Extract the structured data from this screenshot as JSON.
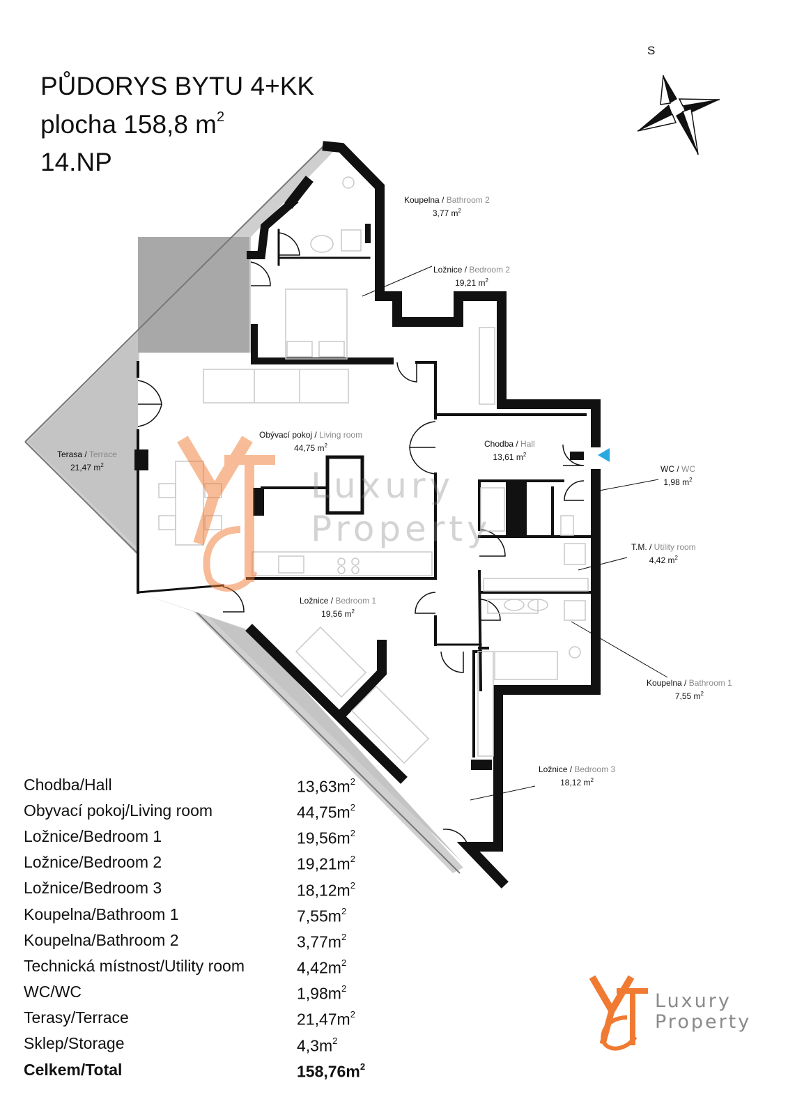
{
  "header": {
    "line1": "PŮDORYS BYTU 4+KK",
    "line2_prefix": "plocha 158,8 m",
    "line2_sup": "2",
    "line3": "14.NP"
  },
  "compass": {
    "label": "S"
  },
  "rooms": {
    "bathroom2": {
      "cz": "Koupelna / ",
      "en": "Bathroom 2",
      "area": "3,77 m",
      "sup": "2"
    },
    "bedroom2": {
      "cz": "Ložnice / ",
      "en": "Bedroom 2",
      "area": "19,21 m",
      "sup": "2"
    },
    "living": {
      "cz": "Obývací pokoj / ",
      "en": "Living room",
      "area": "44,75 m",
      "sup": "2"
    },
    "hall": {
      "cz": "Chodba / ",
      "en": "Hall",
      "area": "13,61 m",
      "sup": "2"
    },
    "terrace": {
      "cz": "Terasa / ",
      "en": "Terrace",
      "area": "21,47 m",
      "sup": "2"
    },
    "wc": {
      "cz": "WC / ",
      "en": "WC",
      "area": "1,98 m",
      "sup": "2"
    },
    "utility": {
      "cz": "T.M. / ",
      "en": "Utility room",
      "area": "4,42 m",
      "sup": "2"
    },
    "bedroom1": {
      "cz": "Ložnice / ",
      "en": "Bedroom 1",
      "area": "19,56 m",
      "sup": "2"
    },
    "bathroom1": {
      "cz": "Koupelna / ",
      "en": "Bathroom 1",
      "area": "7,55 m",
      "sup": "2"
    },
    "bedroom3": {
      "cz": "Ložnice / ",
      "en": "Bedroom 3",
      "area": "18,12 m",
      "sup": "2"
    }
  },
  "area_table": [
    {
      "name": "Chodba/Hall",
      "value": "13,63m",
      "sup": "2"
    },
    {
      "name": "Obyvací pokoj/Living room",
      "value": "44,75m",
      "sup": "2"
    },
    {
      "name": "Ložnice/Bedroom 1",
      "value": "19,56m",
      "sup": "2"
    },
    {
      "name": "Ložnice/Bedroom 2",
      "value": "19,21m",
      "sup": "2"
    },
    {
      "name": "Ložnice/Bedroom 3",
      "value": "18,12m",
      "sup": "2"
    },
    {
      "name": "Koupelna/Bathroom 1",
      "value": "7,55m",
      "sup": "2"
    },
    {
      "name": "Koupelna/Bathroom 2",
      "value": "3,77m",
      "sup": "2"
    },
    {
      "name": "Technická místnost/Utility room",
      "value": "4,42m",
      "sup": "2"
    },
    {
      "name": "WC/WC",
      "value": "1,98m",
      "sup": "2"
    },
    {
      "name": "Terasy/Terrace",
      "value": "21,47m",
      "sup": "2"
    },
    {
      "name": "Sklep/Storage",
      "value": "4,3m",
      "sup": "2"
    },
    {
      "name": "Celkem/Total",
      "value": "158,76m",
      "sup": "2"
    }
  ],
  "watermark": {
    "line1": "Luxury",
    "line2": "Property"
  },
  "logo": {
    "line1": "Luxury",
    "line2": "Property"
  },
  "colors": {
    "accent": "#f07a32",
    "wall": "#111111",
    "terrace": "#bdbdbd",
    "door_marker": "#29a9e0"
  }
}
